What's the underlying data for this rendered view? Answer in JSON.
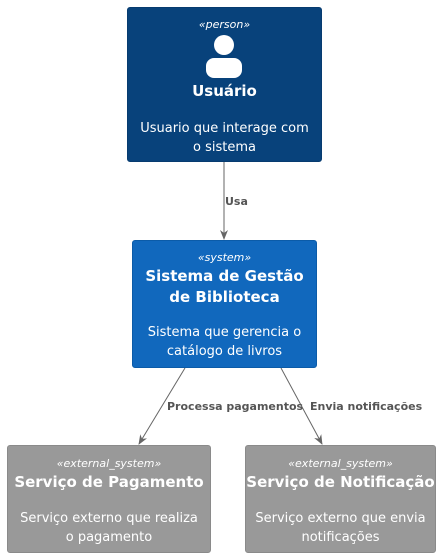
{
  "person": {
    "stereotype": "«person»",
    "name": "Usuário",
    "description": "Usuario que interage com o sistema",
    "icon": "person-icon"
  },
  "system": {
    "stereotype": "«system»",
    "name": "Sistema de Gestão de Biblioteca",
    "description": "Sistema que gerencia o catálogo de livros"
  },
  "external_systems": [
    {
      "stereotype": "«external_system»",
      "name": "Serviço de Pagamento",
      "description": "Serviço externo que realiza o pagamento"
    },
    {
      "stereotype": "«external_system»",
      "name": "Serviço de Notificação",
      "description": "Serviço externo que envia notificações"
    }
  ],
  "relationships": [
    {
      "from": "Usuário",
      "to": "Sistema de Gestão de Biblioteca",
      "label": "Usa"
    },
    {
      "from": "Sistema de Gestão de Biblioteca",
      "to": "Serviço de Pagamento",
      "label": "Processa pagamentos"
    },
    {
      "from": "Sistema de Gestão de Biblioteca",
      "to": "Serviço de Notificação",
      "label": "Envia notificações"
    }
  ],
  "colors": {
    "person": "#08427b",
    "system": "#1168bd",
    "external_system": "#999999",
    "arrow": "#666666"
  }
}
